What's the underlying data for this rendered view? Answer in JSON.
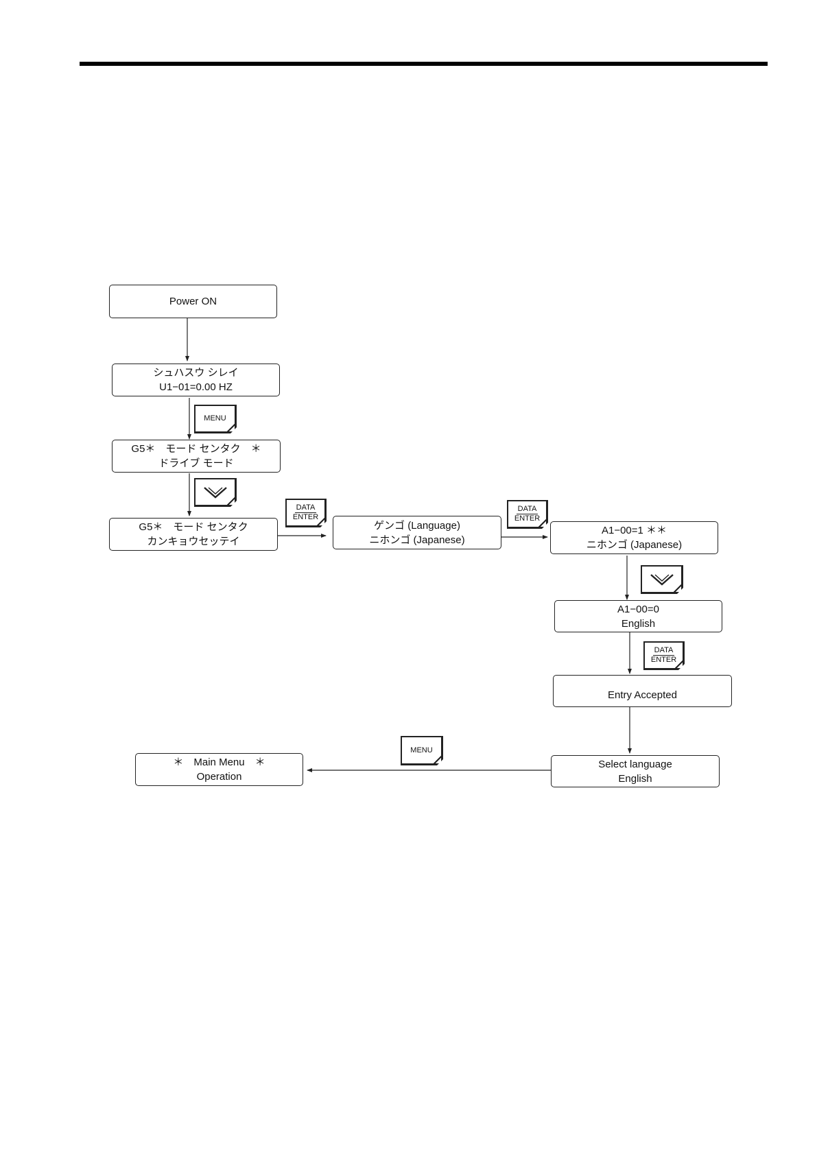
{
  "colors": {
    "ink": "#222222",
    "paper": "#ffffff"
  },
  "displays": {
    "power_on": {
      "line1": "Power ON"
    },
    "freq_ref": {
      "line1": "シュハスウ シレイ",
      "line2": "U1−01=0.00 HZ"
    },
    "mode_drive": {
      "line1": "G5＊　モード センタク　＊",
      "line2": "ドライブ モード"
    },
    "mode_env": {
      "line1": "G5＊　モード センタク",
      "line2": "カンキョウセッテイ"
    },
    "language": {
      "line1": "ゲンゴ (Language)",
      "line2": "ニホンゴ (Japanese)"
    },
    "a1_japanese": {
      "line1": "A1−00=1 ＊＊",
      "line2": "ニホンゴ (Japanese)"
    },
    "a1_english": {
      "line1": "A1−00=0",
      "line2": "English"
    },
    "entry_accepted": {
      "line1": "Entry Accepted"
    },
    "select_language": {
      "line1": "Select language",
      "line2": "English"
    },
    "main_menu": {
      "line1": "＊　Main Menu　＊",
      "line2": "Operation"
    }
  },
  "keys": {
    "menu_label": "MENU",
    "data_label": "DATA",
    "enter_label": "ENTER",
    "down_icon": "chevron-down-icon"
  }
}
